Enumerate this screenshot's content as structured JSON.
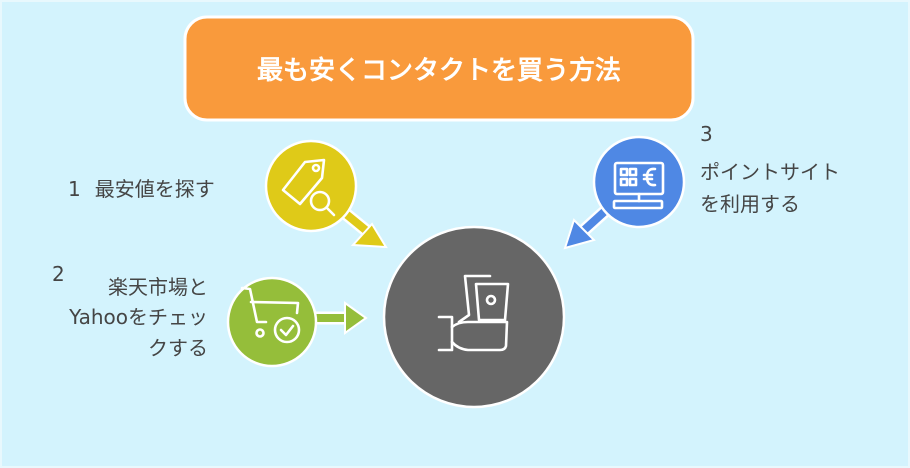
{
  "title": "最も安くコンタクトを買う方法",
  "colors": {
    "background": "#d3f3fd",
    "title": "#f99a3c",
    "step1": "#dfca18",
    "step2": "#95be3a",
    "step3": "#4f88e4",
    "center": "#666666"
  },
  "steps": [
    {
      "number": "1",
      "lines": [
        "最安値を探す"
      ],
      "icon": "price-tag-search-icon"
    },
    {
      "number": "2",
      "lines": [
        "楽天市場と",
        "Yahooをチェッ",
        "クする"
      ],
      "icon": "shopping-cart-check-icon"
    },
    {
      "number": "3",
      "lines": [
        "ポイントサイト",
        "を利用する"
      ],
      "icon": "computer-euro-icon"
    }
  ],
  "center": {
    "icon": "hand-holding-contact-lens-case-icon"
  }
}
